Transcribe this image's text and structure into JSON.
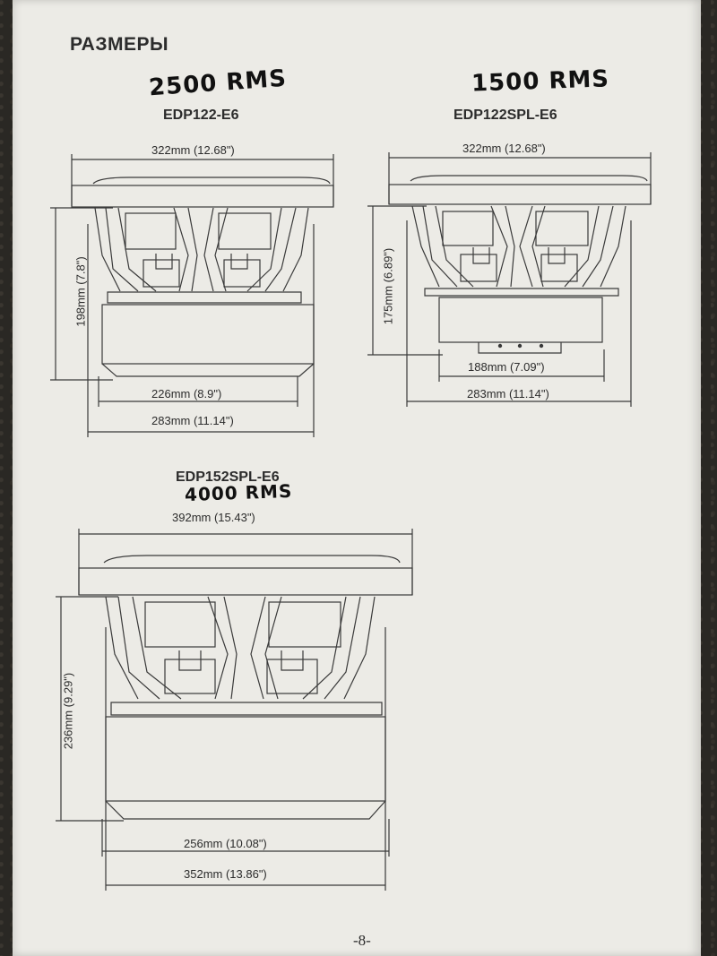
{
  "page": {
    "heading": "РАЗМЕРЫ",
    "page_number": "-8-"
  },
  "drawings": [
    {
      "model": "EDP122-E6",
      "handwritten_rms": "2500 RMS",
      "overall_width": "322mm (12.68\")",
      "height": "198mm (7.8\")",
      "dim_inner": "226mm (8.9\")",
      "dim_bottom": "283mm (11.14\")"
    },
    {
      "model": "EDP122SPL-E6",
      "handwritten_rms": "1500 RMS",
      "overall_width": "322mm (12.68\")",
      "height": "175mm (6.89\")",
      "dim_inner": "188mm (7.09\")",
      "dim_bottom": "283mm (11.14\")"
    },
    {
      "model": "EDP152SPL-E6",
      "handwritten_rms": "4000 RMS",
      "overall_width": "392mm (15.43\")",
      "height": "236mm (9.29\")",
      "dim_inner": "256mm (10.08\")",
      "dim_bottom": "352mm (13.86\")"
    }
  ]
}
